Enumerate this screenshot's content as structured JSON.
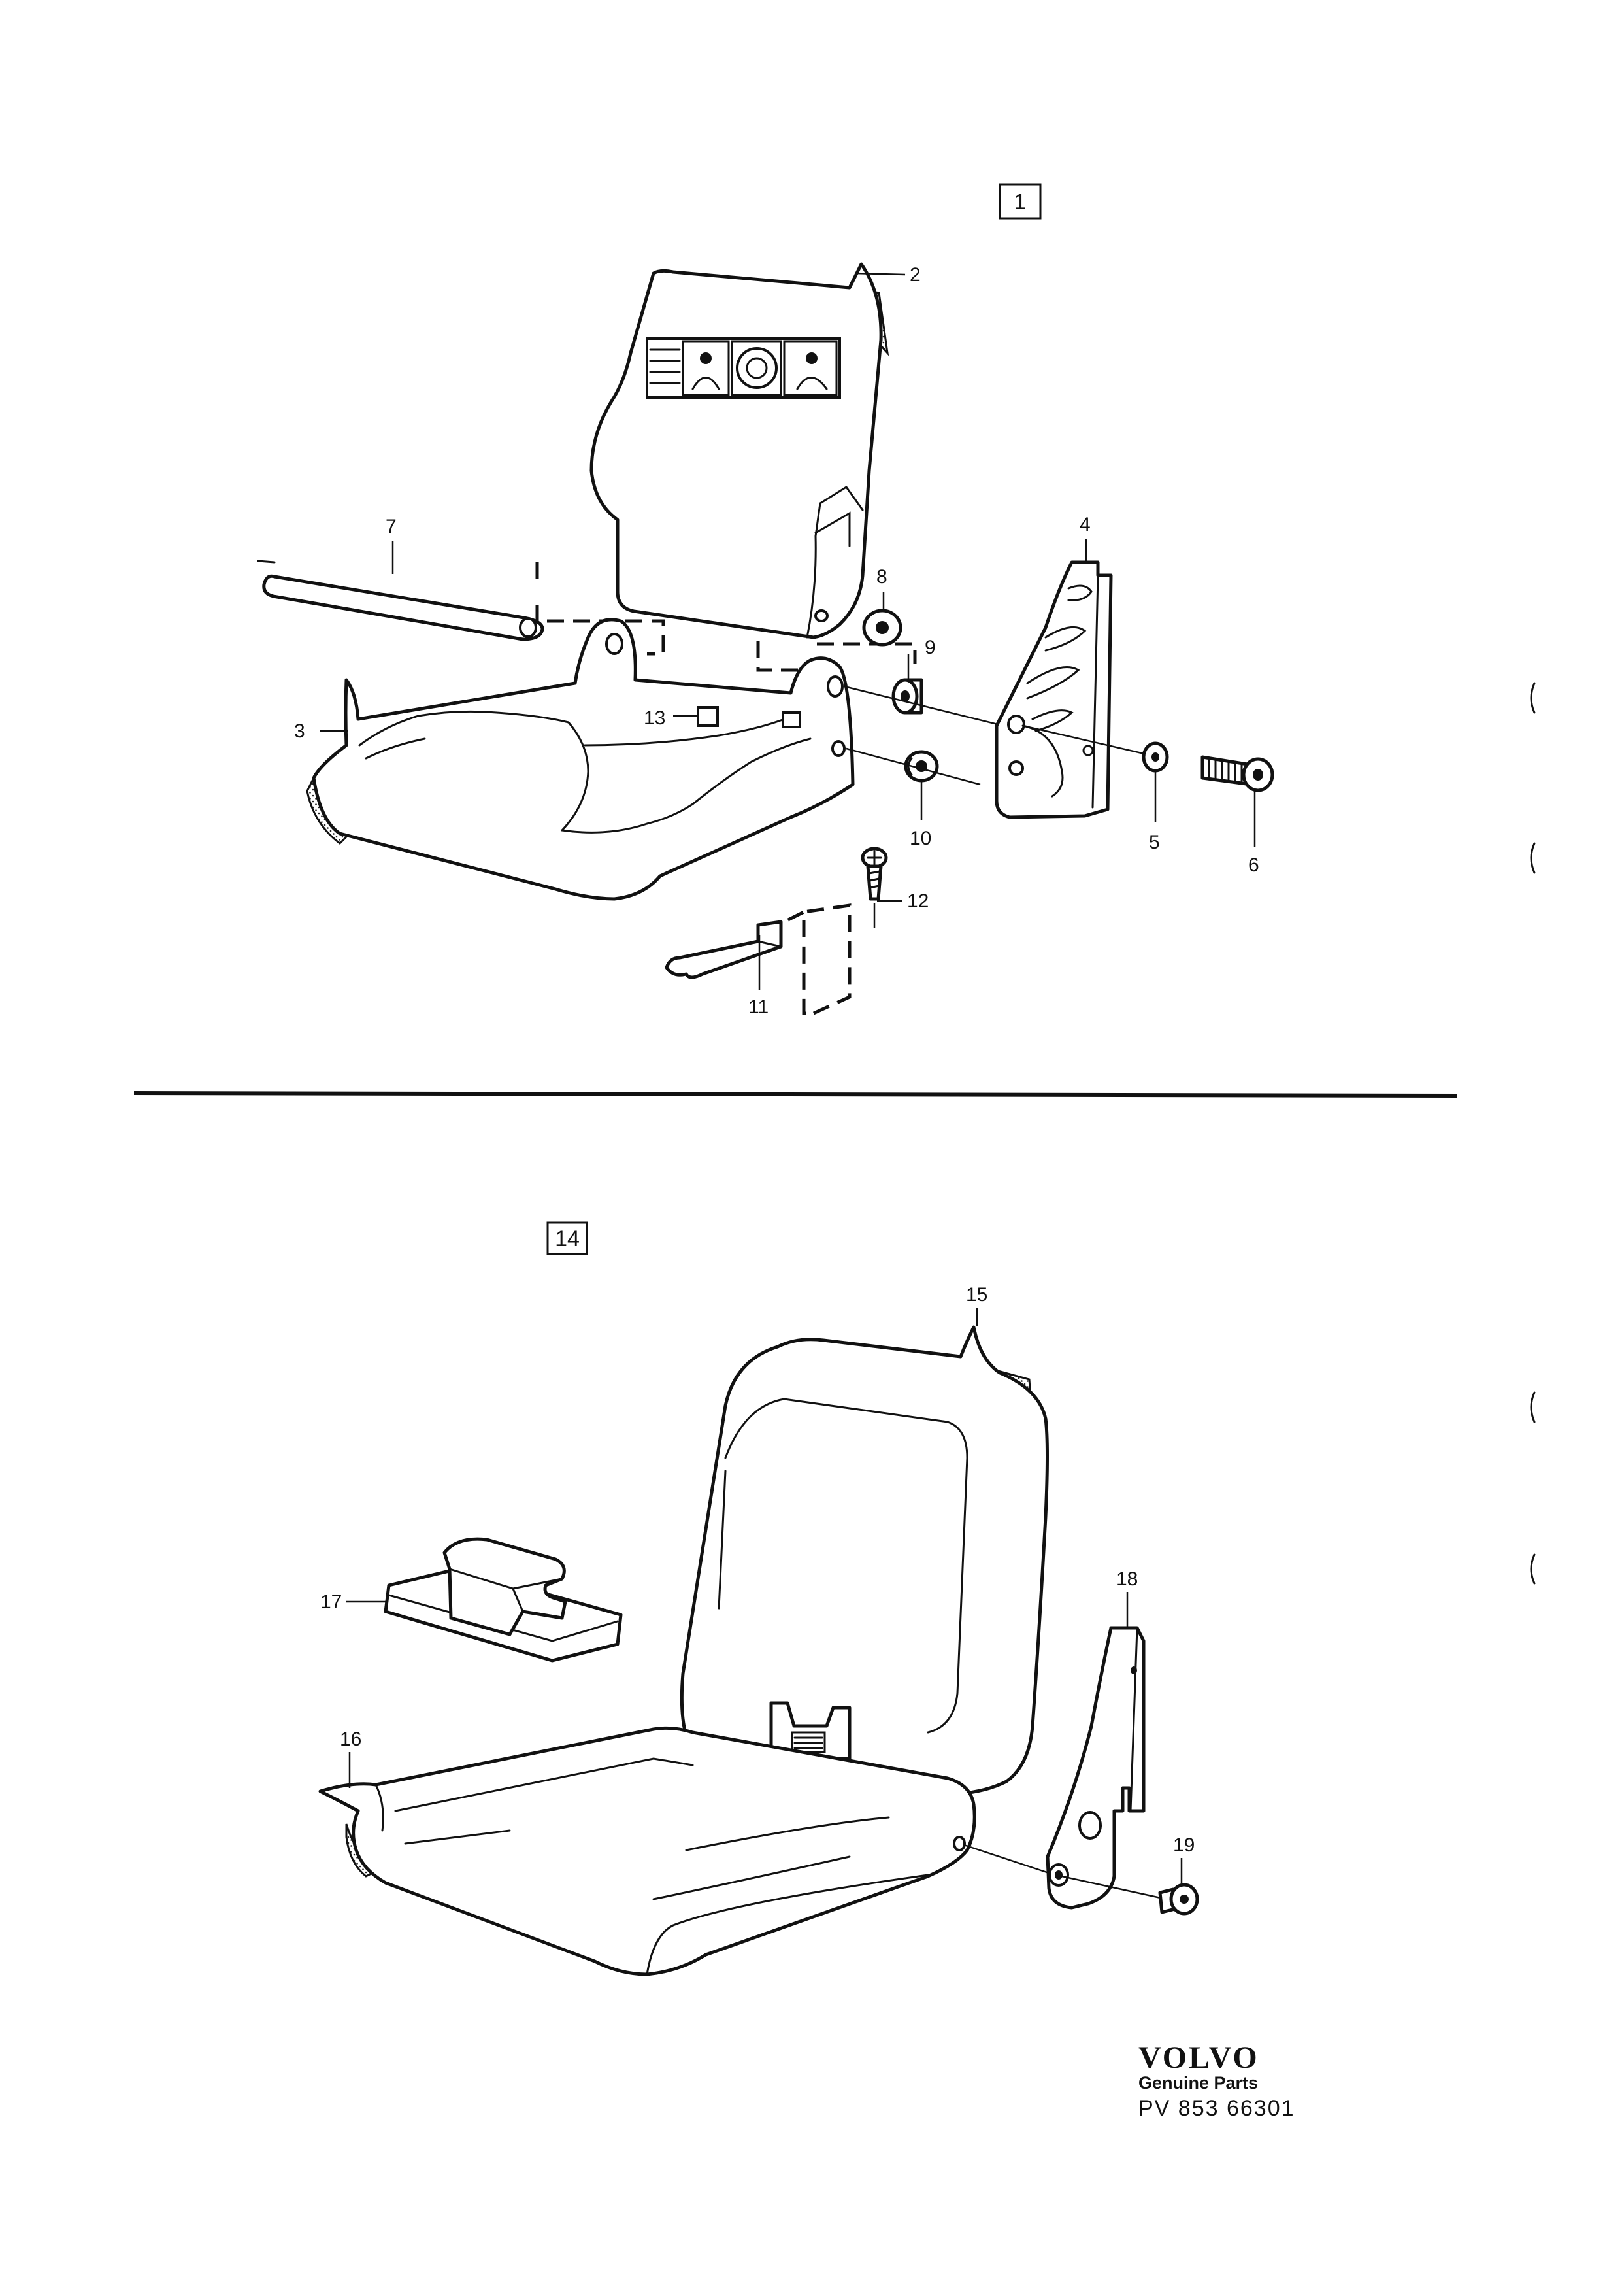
{
  "diagram": {
    "section_1": {
      "box_label": "1",
      "callouts": [
        "2",
        "3",
        "4",
        "5",
        "6",
        "7",
        "8",
        "9",
        "10",
        "11",
        "12",
        "13"
      ]
    },
    "section_2": {
      "box_label": "14",
      "callouts": [
        "15",
        "16",
        "17",
        "18",
        "19"
      ]
    }
  },
  "footer": {
    "brand": "VOLVO",
    "subtitle": "Genuine Parts",
    "reference": "PV 853 66301"
  }
}
